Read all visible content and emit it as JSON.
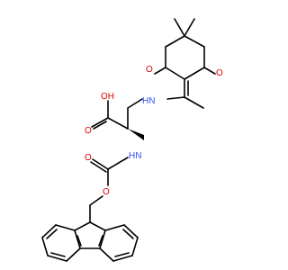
{
  "colors": {
    "background": "#ffffff",
    "carbon_bond": "#000000",
    "oxygen": "#e00000",
    "nitrogen": "#3050f8"
  },
  "atom_labels": {
    "ketone_top": "O",
    "ketone_right": "O",
    "amine_nh": "HN",
    "acid_oh": "OH",
    "acid_o": "O",
    "carbamate_nh": "HN",
    "carbamate_o": "O",
    "ester_o": "O"
  }
}
